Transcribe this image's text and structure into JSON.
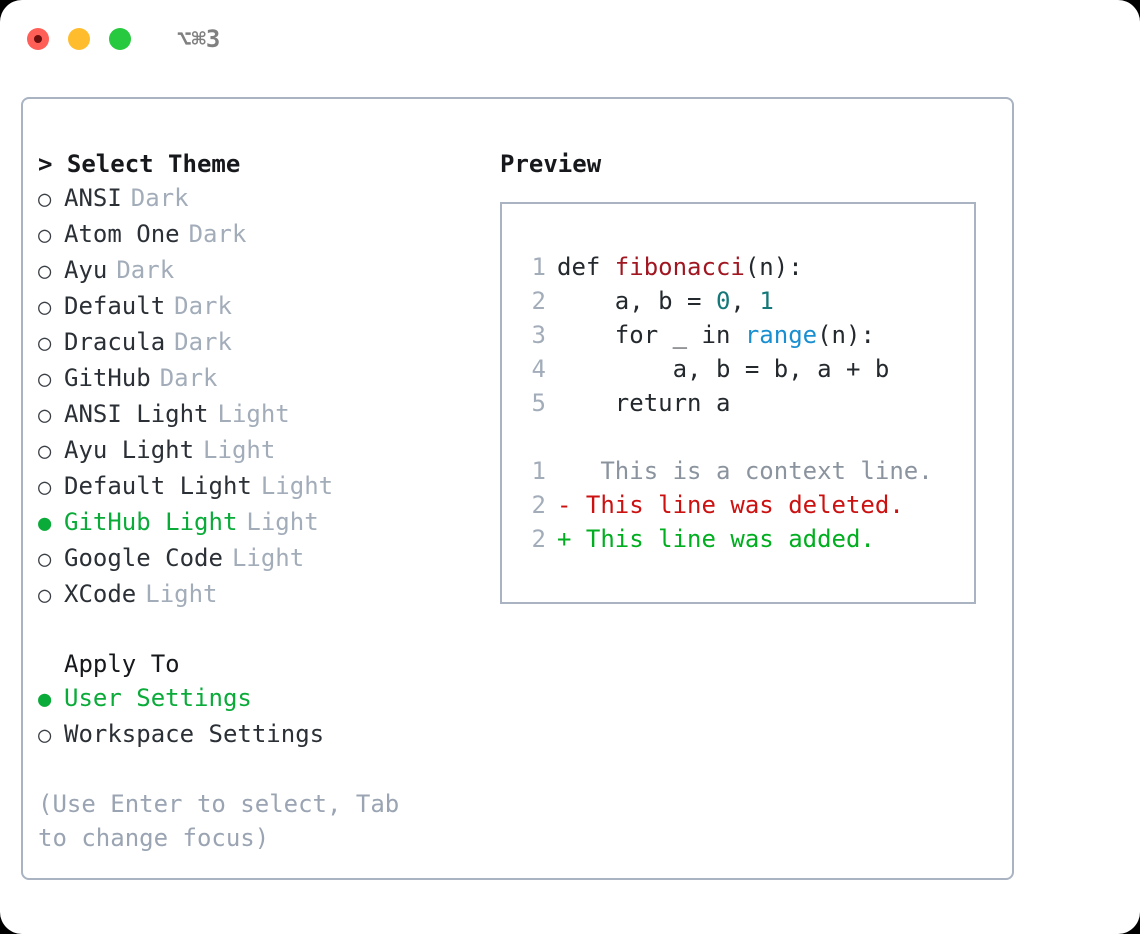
{
  "titlebar": {
    "shortcut": "⌥⌘3",
    "buttons": [
      {
        "name": "close",
        "color": "#ff5f57"
      },
      {
        "name": "minimize",
        "color": "#ffbd2e"
      },
      {
        "name": "maximize",
        "color": "#27c93f"
      }
    ]
  },
  "left": {
    "heading": "> Select Theme",
    "themes": [
      {
        "marker": "○",
        "label": "ANSI",
        "variant": "Dark",
        "selected": false
      },
      {
        "marker": "○",
        "label": "Atom One",
        "variant": "Dark",
        "selected": false
      },
      {
        "marker": "○",
        "label": "Ayu",
        "variant": "Dark",
        "selected": false
      },
      {
        "marker": "○",
        "label": "Default",
        "variant": "Dark",
        "selected": false
      },
      {
        "marker": "○",
        "label": "Dracula",
        "variant": "Dark",
        "selected": false
      },
      {
        "marker": "○",
        "label": "GitHub",
        "variant": "Dark",
        "selected": false
      },
      {
        "marker": "○",
        "label": "ANSI Light",
        "variant": "Light",
        "selected": false
      },
      {
        "marker": "○",
        "label": "Ayu Light",
        "variant": "Light",
        "selected": false
      },
      {
        "marker": "○",
        "label": "Default Light",
        "variant": "Light",
        "selected": false
      },
      {
        "marker": "●",
        "label": "GitHub Light",
        "variant": "Light",
        "selected": true
      },
      {
        "marker": "○",
        "label": "Google Code",
        "variant": "Light",
        "selected": false
      },
      {
        "marker": "○",
        "label": "XCode",
        "variant": "Light",
        "selected": false
      }
    ],
    "apply_to_heading": "Apply To",
    "apply_to": [
      {
        "marker": "●",
        "label": "User Settings",
        "selected": true
      },
      {
        "marker": "○",
        "label": "Workspace Settings",
        "selected": false
      }
    ],
    "hint": "(Use Enter to select, Tab to change focus)"
  },
  "preview": {
    "title": "Preview",
    "code": [
      {
        "ln": "1",
        "parts": [
          {
            "t": "def ",
            "c": "plain"
          },
          {
            "t": "fibonacci",
            "c": "fn"
          },
          {
            "t": "(n):",
            "c": "plain"
          }
        ]
      },
      {
        "ln": "2",
        "parts": [
          {
            "t": "    a, b = ",
            "c": "plain"
          },
          {
            "t": "0",
            "c": "num"
          },
          {
            "t": ", ",
            "c": "plain"
          },
          {
            "t": "1",
            "c": "num"
          }
        ]
      },
      {
        "ln": "3",
        "parts": [
          {
            "t": "    for _ in ",
            "c": "plain"
          },
          {
            "t": "range",
            "c": "bi"
          },
          {
            "t": "(n):",
            "c": "plain"
          }
        ]
      },
      {
        "ln": "4",
        "parts": [
          {
            "t": "        a, b = b, a + b",
            "c": "plain"
          }
        ]
      },
      {
        "ln": "5",
        "parts": [
          {
            "t": "    return a",
            "c": "plain"
          }
        ]
      }
    ],
    "diff": [
      {
        "ln": "1",
        "sign": " ",
        "text": "  This is a context line.",
        "kind": "ctx"
      },
      {
        "ln": "2",
        "sign": "-",
        "text": " This line was deleted.",
        "kind": "del"
      },
      {
        "ln": "2",
        "sign": "+",
        "text": " This line was added.",
        "kind": "add"
      }
    ]
  },
  "colors": {
    "accent_green": "#0bab3a",
    "muted": "#a3adba",
    "hint": "#9aa4b2",
    "border": "#a9b3c1",
    "diff_delete": "#cc1111",
    "diff_add": "#00ae1f",
    "token_function": "#a01722",
    "token_number": "#157878",
    "token_builtin": "#1a8fd0"
  }
}
